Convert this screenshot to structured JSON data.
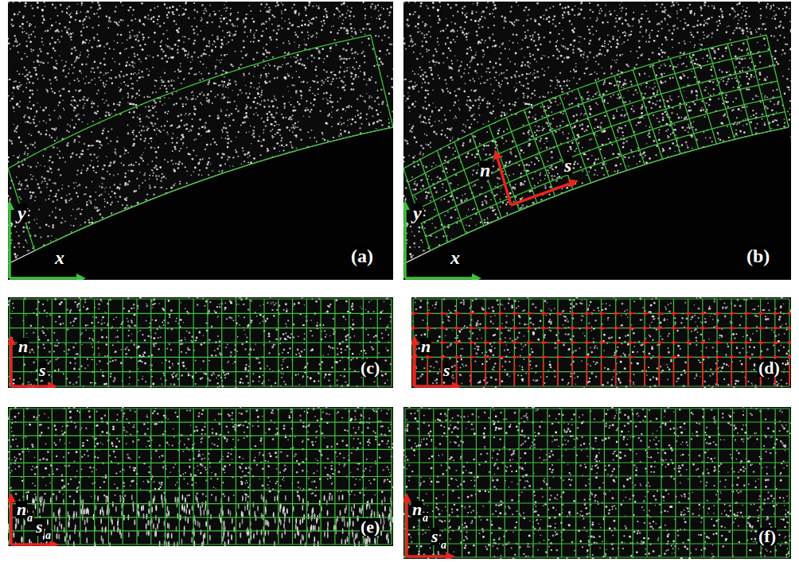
{
  "diagram": {
    "labels": [
      "y",
      "x",
      "(a)",
      "y",
      "x",
      "n",
      "s",
      "(b)",
      "n",
      "s",
      "(c)",
      "n",
      "s",
      "(d)",
      "n",
      "a",
      "s",
      "a",
      "(e)",
      "n",
      "a",
      "s",
      "a",
      "(f)"
    ]
  }
}
